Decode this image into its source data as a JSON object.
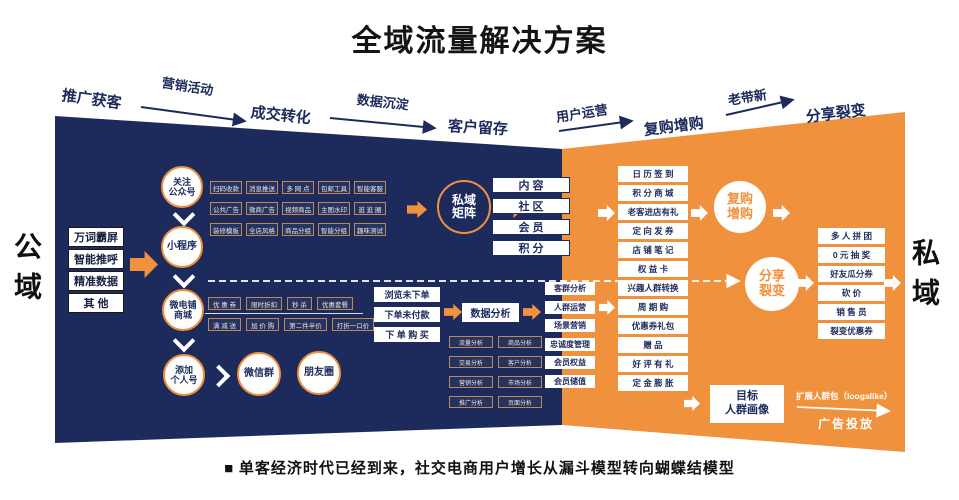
{
  "title": "全域流量解决方案",
  "colors": {
    "navy": "#1d2b5c",
    "orange": "#f0913d",
    "white": "#ffffff"
  },
  "domains": {
    "left": "公域",
    "right": "私域"
  },
  "funnel": {
    "stages": [
      "推广获客",
      "成交转化",
      "客户留存",
      "复购增购",
      "分享裂变"
    ],
    "edges": [
      "营销活动",
      "数据沉淀",
      "用户运营",
      "老带新"
    ]
  },
  "left_sources": [
    "万词霸屏",
    "智能推呼",
    "精准数据",
    "其  他"
  ],
  "circles": {
    "gzh": "关注\n公众号",
    "xcx": "小程序",
    "wdp": "微电铺\n商城",
    "grh": "添加\n个人号",
    "wxq": "微信群",
    "pyq": "朋友圈",
    "siyu": "私域\n矩阵",
    "fugou": "复购\n增购",
    "fenxiang": "分享\n裂变"
  },
  "gzh_tools": [
    "扫码收款",
    "消息推送",
    "多 网 点",
    "包邮工具",
    "智能客服",
    "公共广告",
    "微商广告",
    "视频商品",
    "主图水印",
    "逛 逛 圈",
    "装修模板",
    "全店风格",
    "商品分组",
    "智能分组",
    "趣味测试"
  ],
  "shop_tools_row1": [
    "优 惠 券",
    "限时折扣",
    "秒  杀",
    "优惠套餐"
  ],
  "shop_tools_row2": [
    "满 减 送",
    "加 价 购",
    "第二件半价",
    "打折一口价"
  ],
  "matrix_items": [
    "内  容",
    "社  区",
    "会  员",
    "积  分"
  ],
  "order_states": [
    "浏览未下单",
    "下单未付款",
    "下 单 购 买"
  ],
  "data_analysis_label": "数据分析",
  "analysis_items": [
    "流量分析",
    "商品分析",
    "交易分析",
    "客户分析",
    "营销分析",
    "市场分析",
    "推广分析",
    "页面分析"
  ],
  "crowd_ops": [
    "客群分析",
    "人群运营",
    "场景营销",
    "忠诚度管理",
    "会员权益",
    "会员储值"
  ],
  "repurchase_tools": [
    "日 历 签 到",
    "积 分 商 城",
    "老客进店有礼",
    "定 向 发 券",
    "店 铺 笔 记",
    "权 益 卡",
    "兴趣人群转换",
    "周 期 购",
    "优惠券礼包",
    "赠  品",
    "好 评 有 礼",
    "定 金 膨 胀"
  ],
  "viral_tools": [
    "多 人 拼 团",
    "0 元 抽 奖",
    "好友瓜分券",
    "砍  价",
    "销 售 员",
    "裂变优惠券"
  ],
  "target_box": "目标\n人群画像",
  "lookalike_label": "扩展人群包（loogalike）",
  "ad_label": "广告投放",
  "bottom_note": "■  单客经济时代已经到来，社交电商用户增长从漏斗模型转向蝴蝶结模型"
}
